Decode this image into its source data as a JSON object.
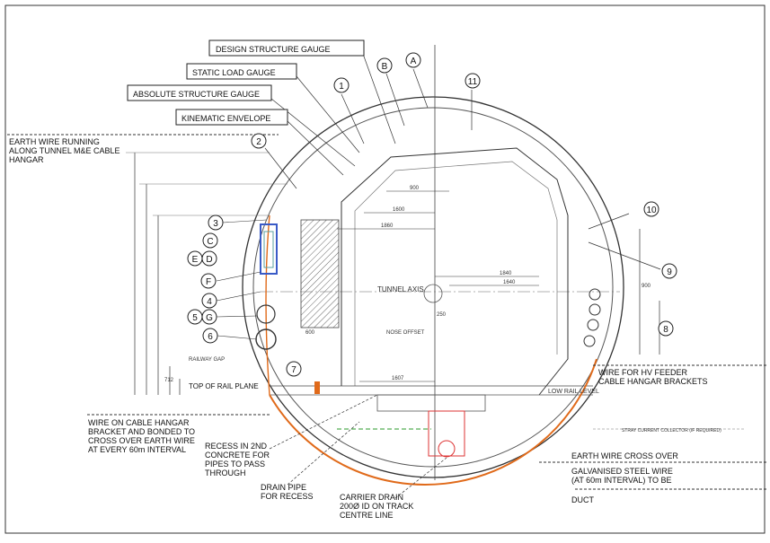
{
  "labels": {
    "design_structure_gauge": "DESIGN STRUCTURE GAUGE",
    "static_load_gauge": "STATIC LOAD GAUGE",
    "absolute_structure_gauge": "ABSOLUTE STRUCTURE GAUGE",
    "kinematic_envelope": "KINEMATIC ENVELOPE",
    "earth_wire_1": "EARTH WIRE RUNNING",
    "earth_wire_2": "ALONG TUNNEL M&E CABLE",
    "earth_wire_3": "HANGAR",
    "tunnel_axis": "TUNNEL AXIS",
    "nose_offset": "NOSE OFFSET",
    "railway_gap": "RAILWAY GAP",
    "top_of_rail_plane": "TOP OF RAIL PLANE",
    "low_rail_level": "LOW RAIL LEVEL",
    "stray_current": "STRAY CURRENT COLLECTOR (IF REQUIRED)",
    "hv_feeder_1": "WIRE FOR HV FEEDER",
    "hv_feeder_2": "CABLE HANGAR BRACKETS",
    "wire_cable_1": "WIRE ON CABLE HANGAR",
    "wire_cable_2": "BRACKET AND BONDED TO",
    "wire_cable_3": "CROSS OVER EARTH WIRE",
    "wire_cable_4": "AT EVERY 60m INTERVAL",
    "recess_1": "RECESS IN 2ND",
    "recess_2": "CONCRETE FOR",
    "recess_3": "PIPES TO PASS",
    "recess_4": "THROUGH",
    "drain_pipe_1": "DRAIN PIPE",
    "drain_pipe_2": "FOR RECESS",
    "carrier_drain_1": "CARRIER DRAIN",
    "carrier_drain_2": "200Ø ID ON TRACK",
    "carrier_drain_3": "CENTRE LINE",
    "earth_cross_over": "EARTH WIRE CROSS OVER",
    "galvanised_1": "GALVANISED STEEL WIRE",
    "galvanised_2": "(AT 60m INTERVAL) TO BE",
    "duct": "DUCT"
  },
  "callouts": {
    "c1": "1",
    "cB": "B",
    "cA": "A",
    "c11": "11",
    "c2": "2",
    "c3": "3",
    "cC": "C",
    "cE": "E",
    "cD": "D",
    "cF": "F",
    "c4": "4",
    "c5": "5",
    "cG": "G",
    "c6": "6",
    "c7": "7",
    "c8": "8",
    "c9": "9",
    "c10": "10"
  },
  "dims": {
    "d1": "1600",
    "d2": "900",
    "d3": "1860",
    "d4": "1840",
    "d5": "1640",
    "d6": "900",
    "d7": "1607",
    "d8": "250",
    "d9": "600",
    "d10": "712"
  },
  "colors": {
    "earth_wire": "#e06a1a",
    "cable_bracket": "#3a5bc7",
    "hatch": "#555555",
    "lining": "#333333"
  }
}
